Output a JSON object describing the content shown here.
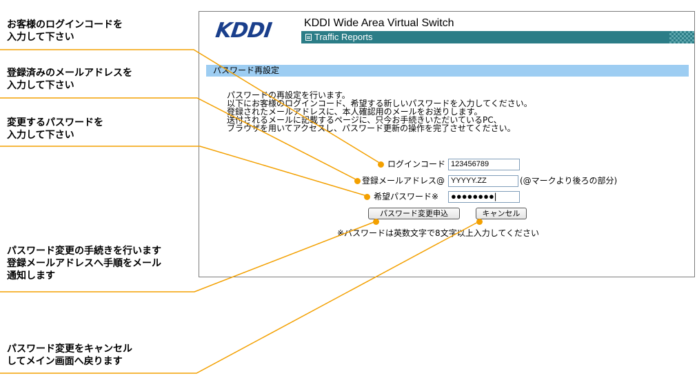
{
  "annotations": {
    "login_code": [
      "お客様のログインコードを",
      "入力して下さい"
    ],
    "mail_address": [
      "登録済みのメールアドレスを",
      "入力して下さい"
    ],
    "new_password": [
      "変更するパスワードを",
      "入力して下さい"
    ],
    "apply": [
      "パスワード変更の手続きを行います",
      "登録メールアドレスへ手順をメール",
      "通知します"
    ],
    "cancel": [
      "パスワード変更をキャンセル",
      "してメイン画面へ戻ります"
    ]
  },
  "app": {
    "logo_text": "KDDI",
    "title": "KDDI Wide Area Virtual Switch",
    "subtitle": "Traffic Reports"
  },
  "section": {
    "title": "パスワード再設定"
  },
  "description": [
    "パスワードの再設定を行います。",
    "以下にお客様のログインコード、希望する新しいパスワードを入力してください。",
    "登録されたメールアドレスに、本人確認用のメールをお送りします。",
    "送付されるメールに記載するページに、只今お手続きいただいているPC、",
    "ブラウザを用いてアクセスし、パスワード更新の操作を完了させてください。"
  ],
  "form": {
    "login_label": "ログインコード",
    "login_value": "123456789",
    "mail_label": "登録メールアドレス@",
    "mail_value": "YYYYY.ZZ",
    "mail_hint": "(@マークより後ろの部分)",
    "password_label": "希望パスワード※",
    "password_value": "●●●●●●●●|",
    "apply_button": "パスワード変更申込",
    "cancel_button": "キャンセル",
    "password_note": "※パスワードは英数文字で8文字以上入力してください"
  },
  "colors": {
    "leader": "#f3a000",
    "header_teal": "#2b7d87",
    "section_blue": "#9dcdf2",
    "logo_blue": "#1a3f8c"
  }
}
